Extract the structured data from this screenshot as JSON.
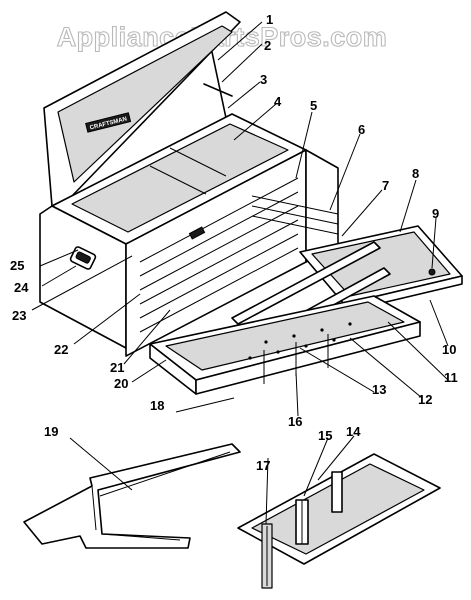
{
  "watermark": "AppliancePartsPros.com",
  "brand_plate": "CRAFTSMAN",
  "callouts": [
    "1",
    "2",
    "3",
    "4",
    "5",
    "6",
    "7",
    "8",
    "9",
    "10",
    "11",
    "12",
    "13",
    "14",
    "15",
    "16",
    "17",
    "18",
    "19",
    "20",
    "21",
    "22",
    "23",
    "24",
    "25"
  ],
  "colors": {
    "ink": "#000000",
    "paper": "#ffffff",
    "watermark_outline": "#b9b9b9"
  }
}
